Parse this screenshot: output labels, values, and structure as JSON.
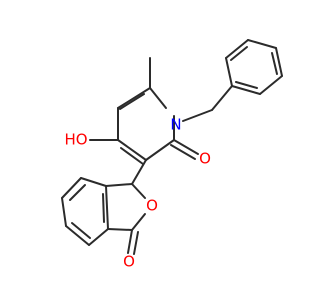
{
  "molecule": {
    "atoms": {
      "ho": {
        "text": "HO"
      },
      "n": {
        "text": "N"
      },
      "o_carbonyl_pyridone": {
        "text": "O"
      },
      "o_ring": {
        "text": "O"
      },
      "o_carbonyl_lactone": {
        "text": "O"
      }
    },
    "colors": {
      "bond": "#2b2b2b",
      "oxygen": "#ff0000",
      "nitrogen": "#0000ff"
    }
  }
}
